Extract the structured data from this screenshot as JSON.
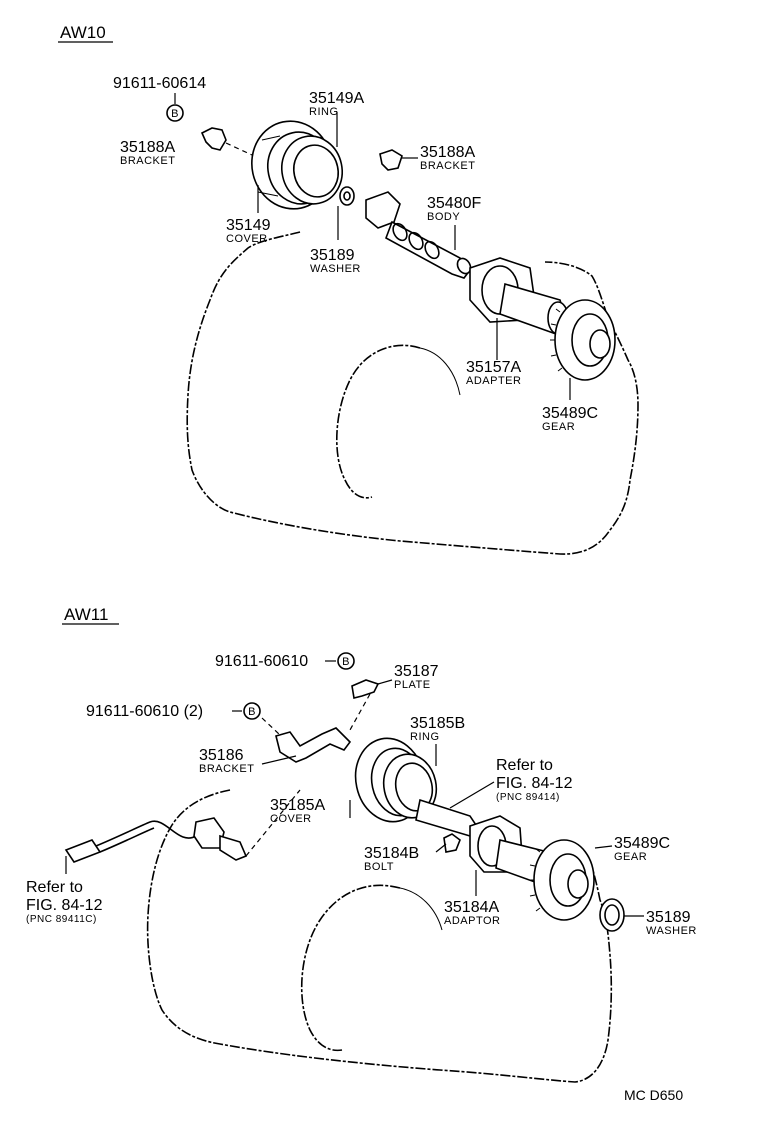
{
  "sections": {
    "aw10": {
      "title": "AW10",
      "parts": {
        "bolt": {
          "number": "91611-60614",
          "badge": "B"
        },
        "ring": {
          "number": "35149A",
          "name": "RING"
        },
        "bracket_left": {
          "number": "35188A",
          "name": "BRACKET"
        },
        "bracket_right": {
          "number": "35188A",
          "name": "BRACKET"
        },
        "body": {
          "number": "35480F",
          "name": "BODY"
        },
        "cover": {
          "number": "35149",
          "name": "COVER"
        },
        "washer": {
          "number": "35189",
          "name": "WASHER"
        },
        "adapter": {
          "number": "35157A",
          "name": "ADAPTER"
        },
        "gear": {
          "number": "35489C",
          "name": "GEAR"
        }
      }
    },
    "aw11": {
      "title": "AW11",
      "parts": {
        "bolt_single": {
          "number": "91611-60610",
          "badge": "B"
        },
        "bolt_double": {
          "number": "91611-60610 (2)",
          "badge": "B"
        },
        "plate": {
          "number": "35187",
          "name": "PLATE"
        },
        "ring": {
          "number": "35185B",
          "name": "RING"
        },
        "bracket": {
          "number": "35186",
          "name": "BRACKET"
        },
        "cover": {
          "number": "35185A",
          "name": "COVER"
        },
        "bolt": {
          "number": "35184B",
          "name": "BOLT"
        },
        "adaptor": {
          "number": "35184A",
          "name": "ADAPTOR"
        },
        "gear": {
          "number": "35489C",
          "name": "GEAR"
        },
        "washer": {
          "number": "35189",
          "name": "WASHER"
        }
      },
      "refs": {
        "right": {
          "line1": "Refer to",
          "line2": "FIG. 84-12",
          "pnc": "(PNC 89414)"
        },
        "left": {
          "line1": "Refer to",
          "line2": "FIG. 84-12",
          "pnc": "(PNC 89411C)"
        }
      }
    }
  },
  "footer": {
    "code": "MC D650"
  }
}
